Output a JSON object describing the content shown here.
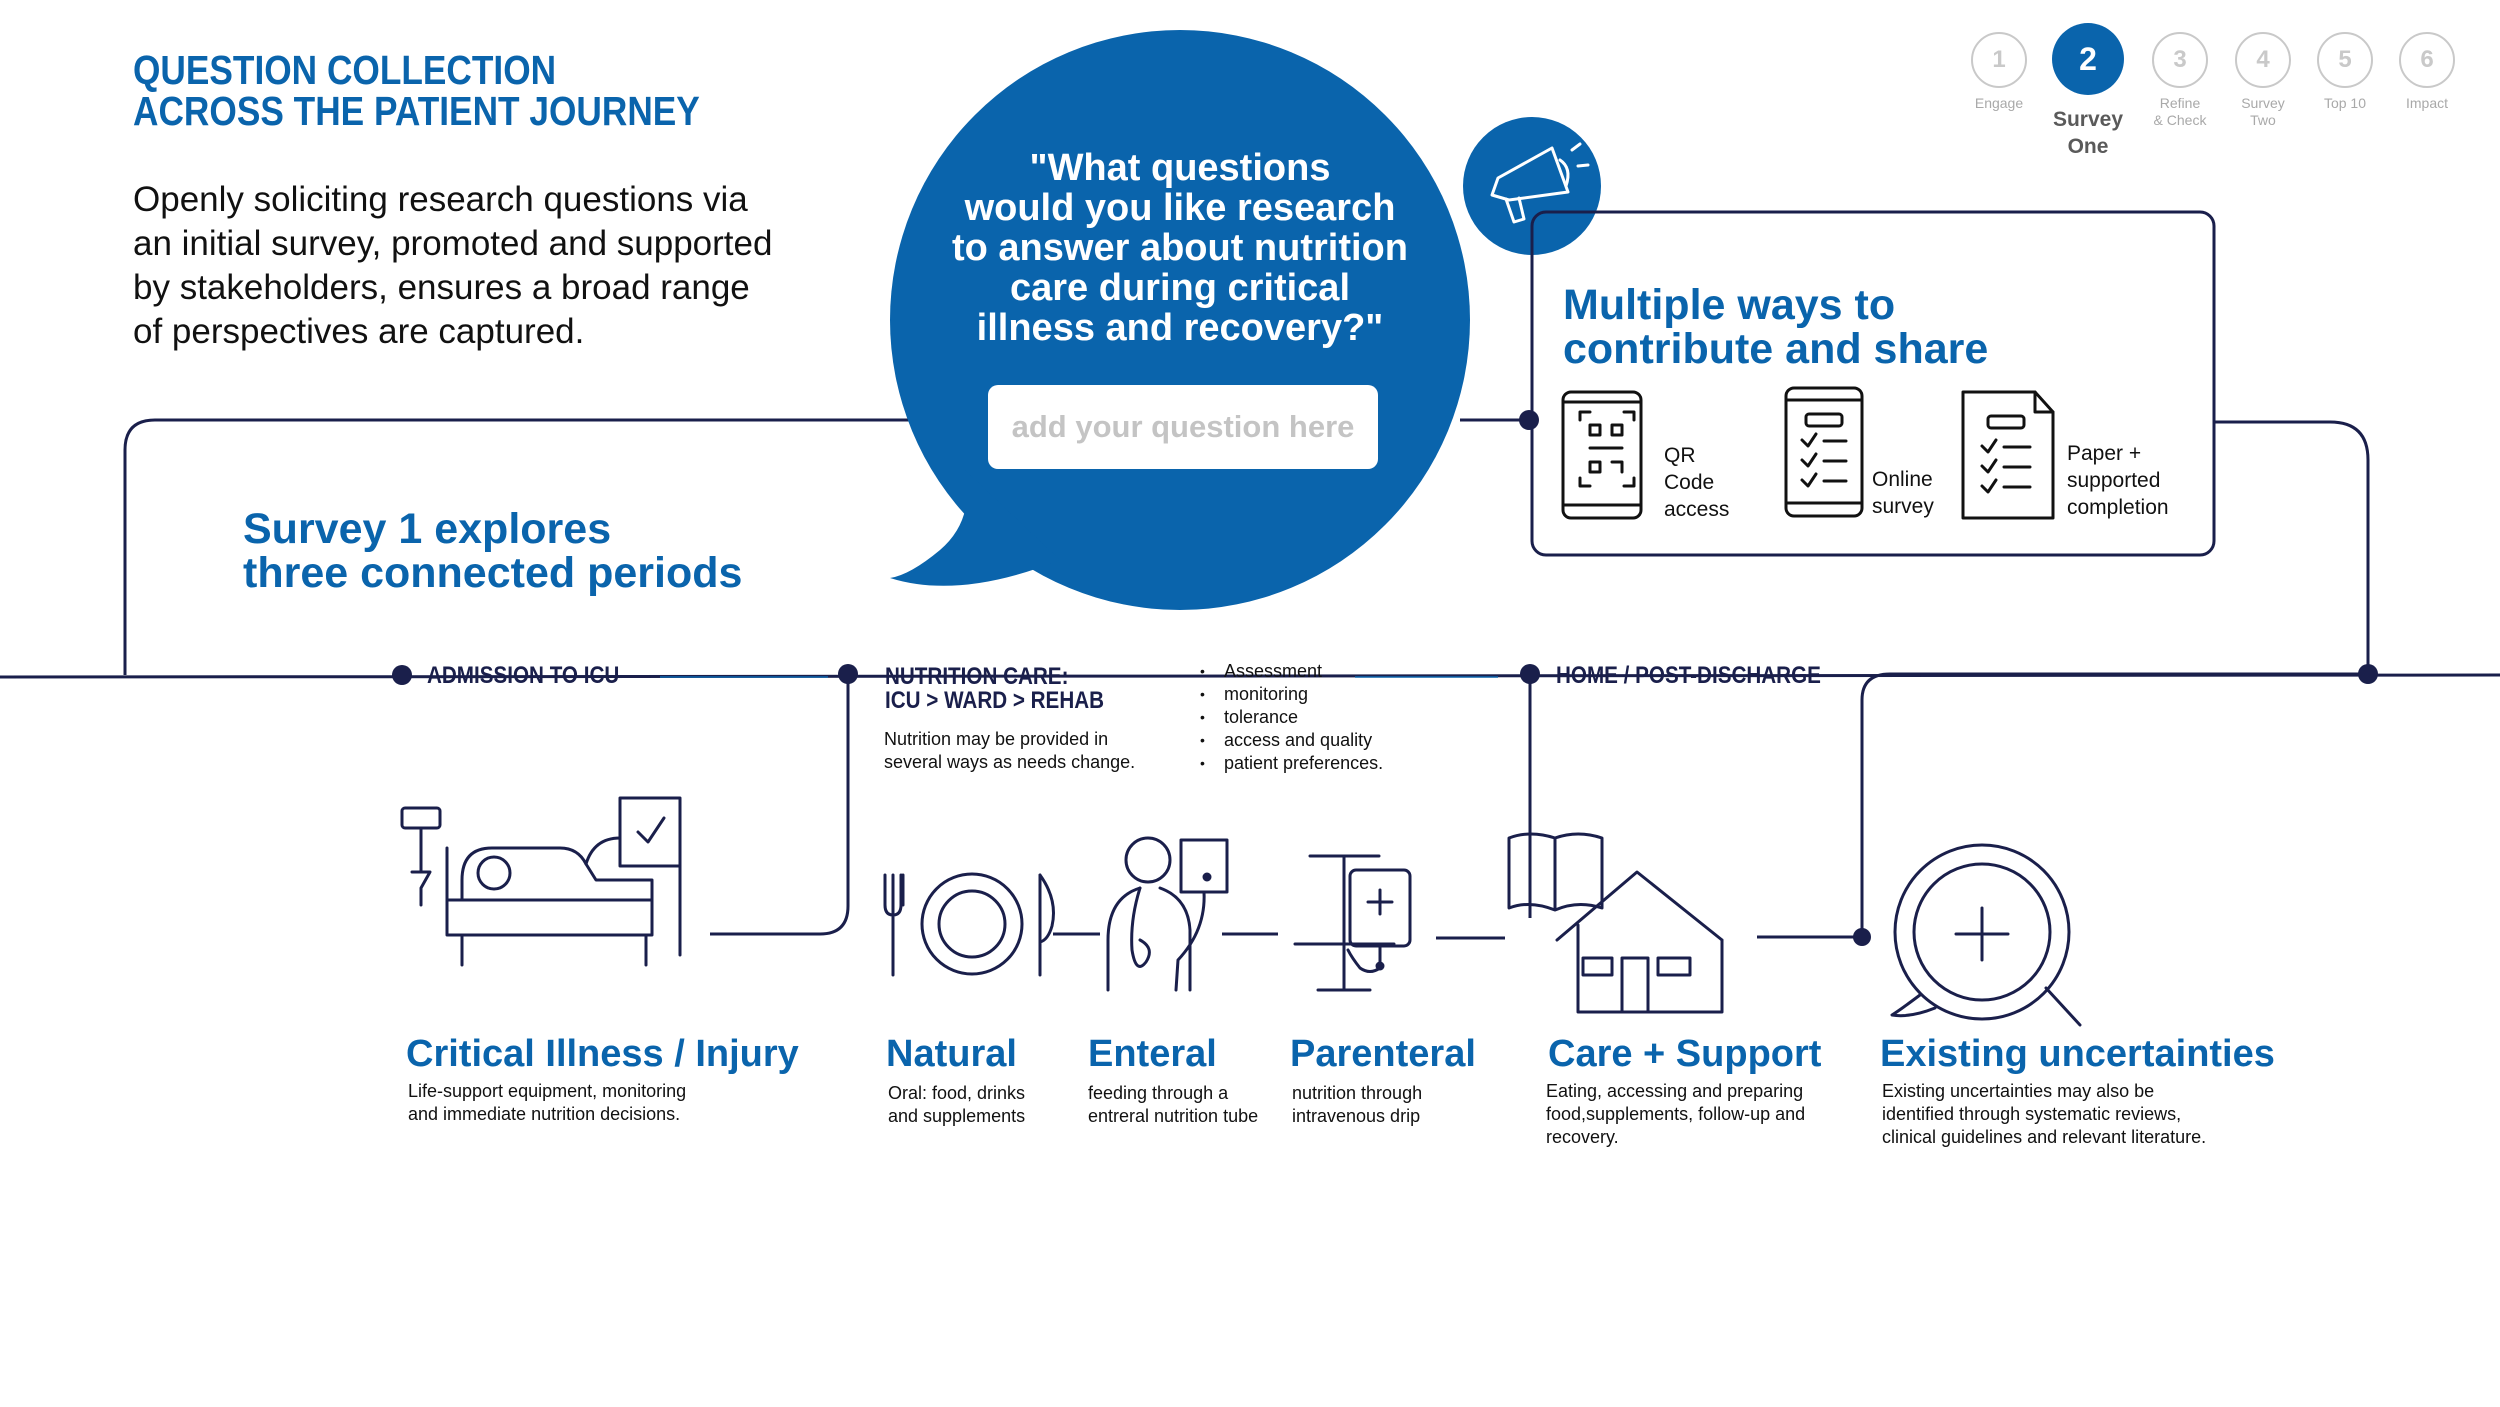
{
  "header": {
    "title_line1": "QUESTION COLLECTION",
    "title_line2": "ACROSS THE PATIENT JOURNEY",
    "intro_lines": [
      "Openly soliciting research questions via",
      "an initial survey, promoted and supported",
      "by stakeholders, ensures a broad range",
      "of perspectives are captured."
    ]
  },
  "steps": [
    {
      "number": "1",
      "label": "Engage",
      "active": false
    },
    {
      "number": "2",
      "label_line1": "Survey",
      "label_line2": "One",
      "active": true
    },
    {
      "number": "3",
      "label_line1": "Refine",
      "label_line2": "& Check",
      "active": false
    },
    {
      "number": "4",
      "label_line1": "Survey",
      "label_line2": "Two",
      "active": false
    },
    {
      "number": "5",
      "label": "Top 10",
      "active": false
    },
    {
      "number": "6",
      "label": "Impact",
      "active": false
    }
  ],
  "bubble": {
    "question_lines": [
      "\"What questions",
      "would you like research",
      "to answer about nutrition",
      "care during critical",
      "illness and recovery?\""
    ],
    "input_placeholder": "add your question here"
  },
  "contribute": {
    "title_line1": "Multiple ways to",
    "title_line2": "contribute and share",
    "ways": [
      {
        "icon": "qr-code-phone-icon",
        "label_lines": [
          "QR",
          "Code",
          "access"
        ]
      },
      {
        "icon": "online-survey-phone-icon",
        "label_lines": [
          "Online",
          "survey"
        ]
      },
      {
        "icon": "paper-form-icon",
        "label_lines": [
          "Paper +",
          "supported",
          "completion"
        ]
      }
    ]
  },
  "survey_periods": {
    "title_line1": "Survey 1 explores",
    "title_line2": "three connected periods"
  },
  "periods": {
    "admission": "ADMISSION TO ICU",
    "nutrition_line1": "NUTRITION CARE:",
    "nutrition_line2": "ICU > WARD > REHAB",
    "nutrition_desc_lines": [
      "Nutrition may be provided in",
      "several ways as needs change."
    ],
    "nutrition_bullets": [
      "Assessment",
      "monitoring",
      "tolerance",
      "access and quality",
      "patient preferences."
    ],
    "home": "HOME / POST-DISCHARGE"
  },
  "categories": [
    {
      "icon": "hospital-bed-icon",
      "title": "Critical Illness / Injury",
      "desc_lines": [
        "Life-support equipment, monitoring",
        "and immediate nutrition decisions."
      ]
    },
    {
      "icon": "plate-cutlery-icon",
      "title": "Natural",
      "desc_lines": [
        "Oral: food, drinks",
        "and supplements"
      ]
    },
    {
      "icon": "tube-feeding-icon",
      "title": "Enteral",
      "desc_lines": [
        "feeding through a",
        "entreral nutrition tube"
      ]
    },
    {
      "icon": "iv-drip-icon",
      "title": "Parenteral",
      "desc_lines": [
        "nutrition through",
        "intravenous drip"
      ]
    },
    {
      "icon": "home-book-icon",
      "title": "Care + Support",
      "desc_lines": [
        "Eating, accessing and preparing",
        "food,supplements, follow-up and",
        "recovery."
      ]
    },
    {
      "icon": "magnifier-plus-icon",
      "title": "Existing uncertainties",
      "desc_lines": [
        "Existing uncertainties may also be",
        "identified through systematic reviews,",
        "clinical guidelines and relevant literature."
      ]
    }
  ],
  "colors": {
    "brand_blue": "#0a64ac",
    "navy": "#1a1f4b",
    "inactive_step": "#c9c9c9"
  }
}
